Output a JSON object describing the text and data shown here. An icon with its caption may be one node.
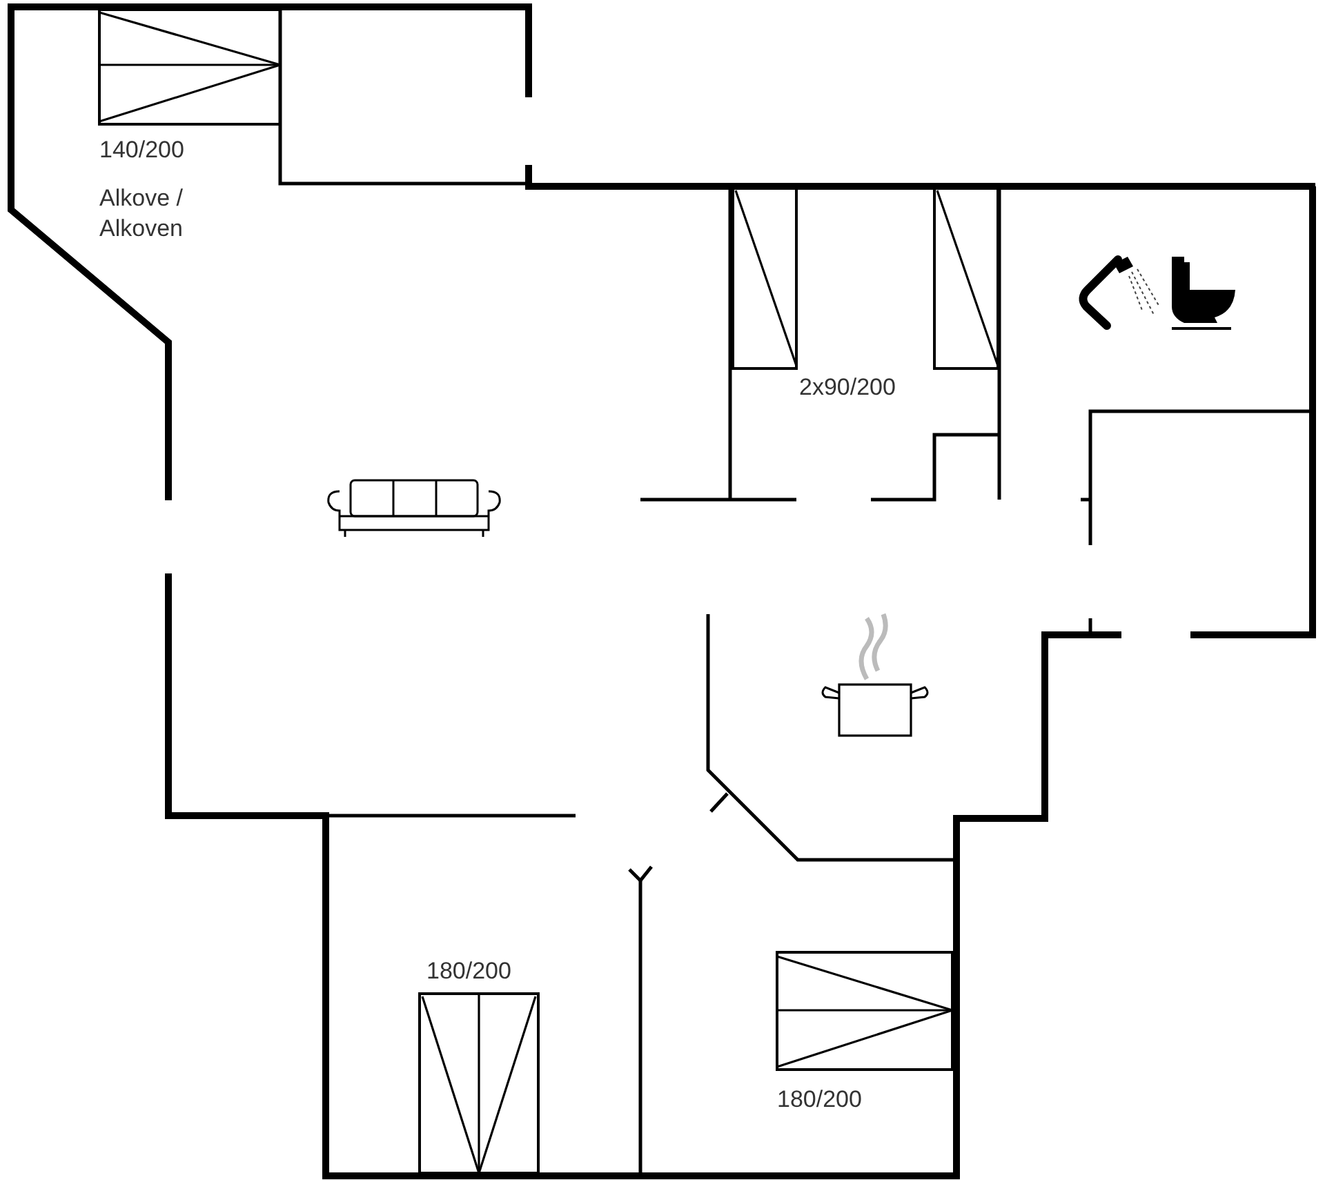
{
  "diagram": {
    "labels": [
      "140/200",
      "Alkove / Alkoven",
      "2x90/200",
      "180/200",
      "180/200"
    ]
  }
}
